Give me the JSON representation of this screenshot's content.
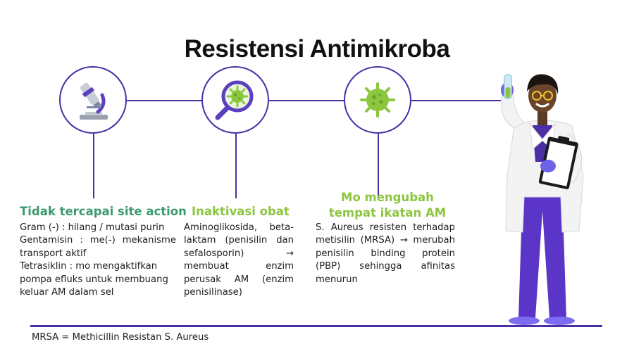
{
  "title": "Resistensi Antimikroba",
  "columns": [
    {
      "icon": "microscope-icon",
      "heading": "Tidak tercapai site action",
      "heading_color": "#3d9a6e",
      "lines": [
        "Gram (-) : hilang / mutasi purin",
        "Gentamisin : me(-) mekanisme transport aktif",
        "Tetrasiklin : mo mengaktifkan pompa efluks untuk membuang keluar AM dalam sel"
      ]
    },
    {
      "icon": "magnifier-virus-icon",
      "heading": "Inaktivasi obat",
      "heading_color": "#8cc63f",
      "text": "Aminoglikosida, beta-laktam (penisilin dan sefalosporin) → membuat enzim perusak AM (enzim penisilinase)"
    },
    {
      "icon": "virus-icon",
      "heading_lines": [
        "Mo mengubah",
        "tempat ikatan AM"
      ],
      "heading_color": "#8cc63f",
      "text": "S. Aureus resisten terhadap metisilin (MRSA) → merubah penisilin binding protein (PBP) sehingga afinitas menurun"
    }
  ],
  "footnote": "MRSA = Methicillin Resistan S. Aureus",
  "illustration": "scientist-holding-test-tube-and-clipboard",
  "colors": {
    "accent": "#4b2fa6",
    "green": "#8cc63f",
    "teal": "#3d9a6e"
  }
}
